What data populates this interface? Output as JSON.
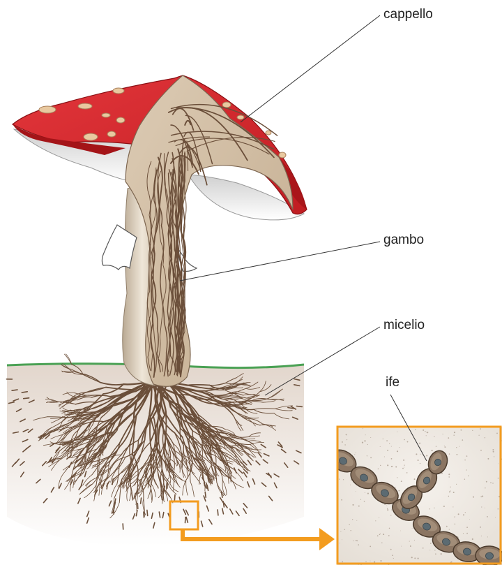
{
  "labels": {
    "cap": "cappello",
    "stem": "gambo",
    "mycelium": "micelio",
    "hyphae": "ife"
  },
  "colors": {
    "cap_red": "#d9272e",
    "cap_dark": "#a41418",
    "wart": "#e9c9a0",
    "gills": "#f2f2f2",
    "stem_light": "#e6dccb",
    "stem_flesh": "#cdb89e",
    "vein": "#6b4f3a",
    "soil": "#e7ddd4",
    "grass": "#4aa154",
    "highlight": "#f39c1f",
    "cell": "#8b7562",
    "nucleus": "#5c6b72",
    "inset_bg": "#ece6df"
  },
  "icons": {
    "pointer": "orange-arrow-icon"
  }
}
